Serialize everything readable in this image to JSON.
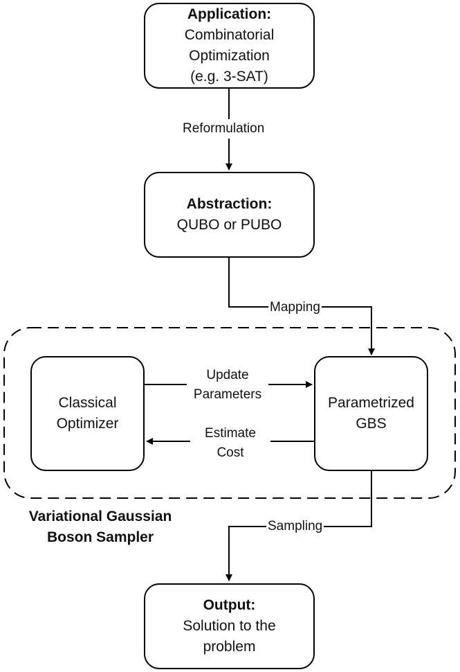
{
  "nodes": {
    "application": {
      "title": "Application:",
      "line1": "Combinatorial",
      "line2": "Optimization",
      "line3": "(e.g. 3-SAT)"
    },
    "abstraction": {
      "title": "Abstraction:",
      "line1": "QUBO or PUBO"
    },
    "optimizer": {
      "line1": "Classical",
      "line2": "Optimizer"
    },
    "gbs": {
      "line1": "Parametrized",
      "line2": "GBS"
    },
    "output": {
      "title": "Output:",
      "line1": "Solution to the",
      "line2": "problem"
    }
  },
  "edges": {
    "reformulation": "Reformulation",
    "mapping": "Mapping",
    "update_line1": "Update",
    "update_line2": "Parameters",
    "estimate_line1": "Estimate",
    "estimate_line2": "Cost",
    "sampling": "Sampling"
  },
  "group": {
    "line1": "Variational Gaussian",
    "line2": "Boson Sampler"
  }
}
